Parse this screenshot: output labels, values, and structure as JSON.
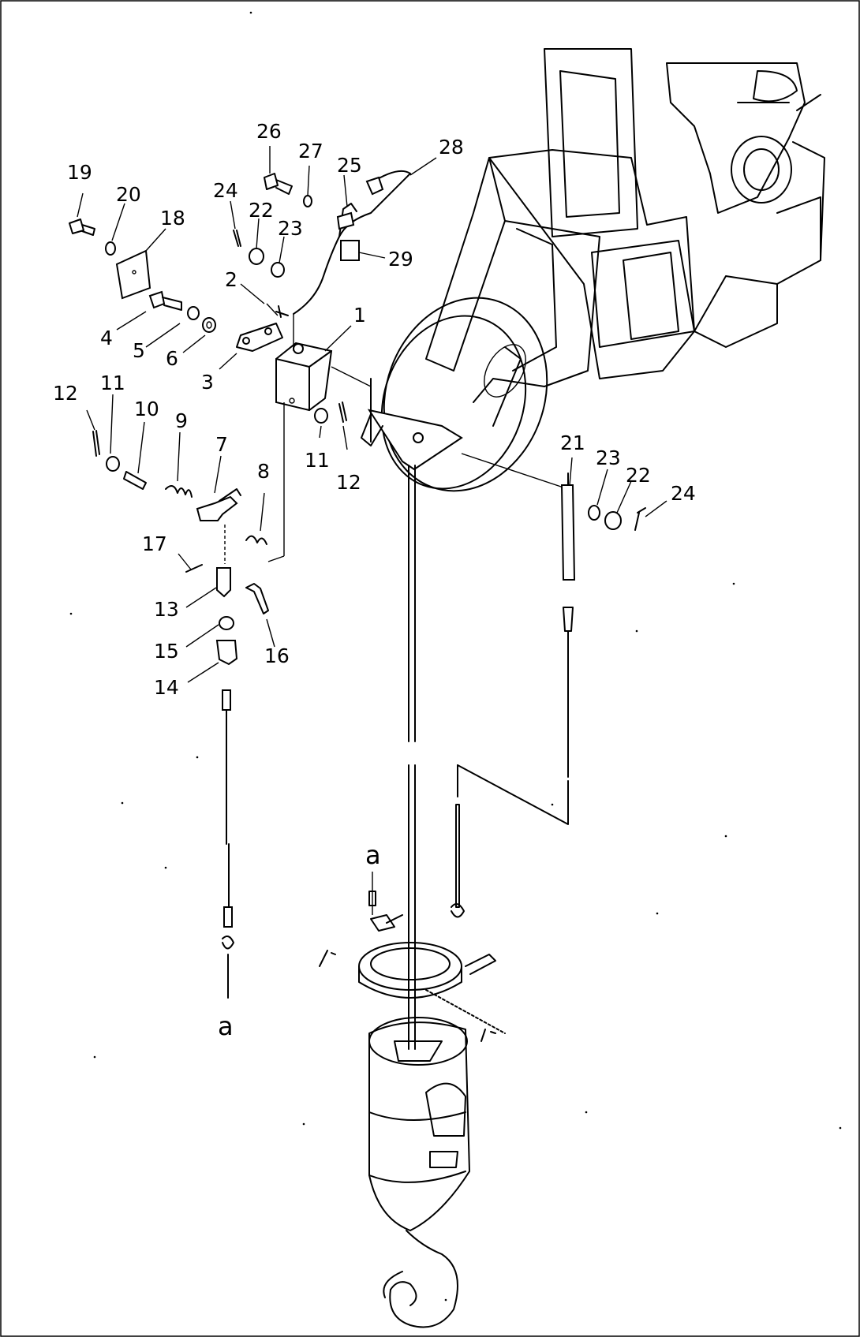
{
  "callouts": [
    {
      "id": "1",
      "text": "1"
    },
    {
      "id": "2",
      "text": "2"
    },
    {
      "id": "3",
      "text": "3"
    },
    {
      "id": "4",
      "text": "4"
    },
    {
      "id": "5",
      "text": "5"
    },
    {
      "id": "6",
      "text": "6"
    },
    {
      "id": "7",
      "text": "7"
    },
    {
      "id": "8",
      "text": "8"
    },
    {
      "id": "9",
      "text": "9"
    },
    {
      "id": "10",
      "text": "10"
    },
    {
      "id": "11a",
      "text": "11"
    },
    {
      "id": "11b",
      "text": "11"
    },
    {
      "id": "12a",
      "text": "12"
    },
    {
      "id": "12b",
      "text": "12"
    },
    {
      "id": "13",
      "text": "13"
    },
    {
      "id": "14",
      "text": "14"
    },
    {
      "id": "15",
      "text": "15"
    },
    {
      "id": "16",
      "text": "16"
    },
    {
      "id": "17",
      "text": "17"
    },
    {
      "id": "18",
      "text": "18"
    },
    {
      "id": "19",
      "text": "19"
    },
    {
      "id": "20",
      "text": "20"
    },
    {
      "id": "21",
      "text": "21"
    },
    {
      "id": "22a",
      "text": "22"
    },
    {
      "id": "22b",
      "text": "22"
    },
    {
      "id": "23a",
      "text": "23"
    },
    {
      "id": "23b",
      "text": "23"
    },
    {
      "id": "24a",
      "text": "24"
    },
    {
      "id": "24b",
      "text": "24"
    },
    {
      "id": "25",
      "text": "25"
    },
    {
      "id": "26",
      "text": "26"
    },
    {
      "id": "27",
      "text": "27"
    },
    {
      "id": "28",
      "text": "28"
    },
    {
      "id": "29",
      "text": "29"
    }
  ],
  "connection_marks": [
    {
      "id": "a-top",
      "text": "a"
    },
    {
      "id": "a-bottom",
      "text": "a"
    }
  ],
  "stroke_color": "#000000",
  "background_color": "#ffffff"
}
